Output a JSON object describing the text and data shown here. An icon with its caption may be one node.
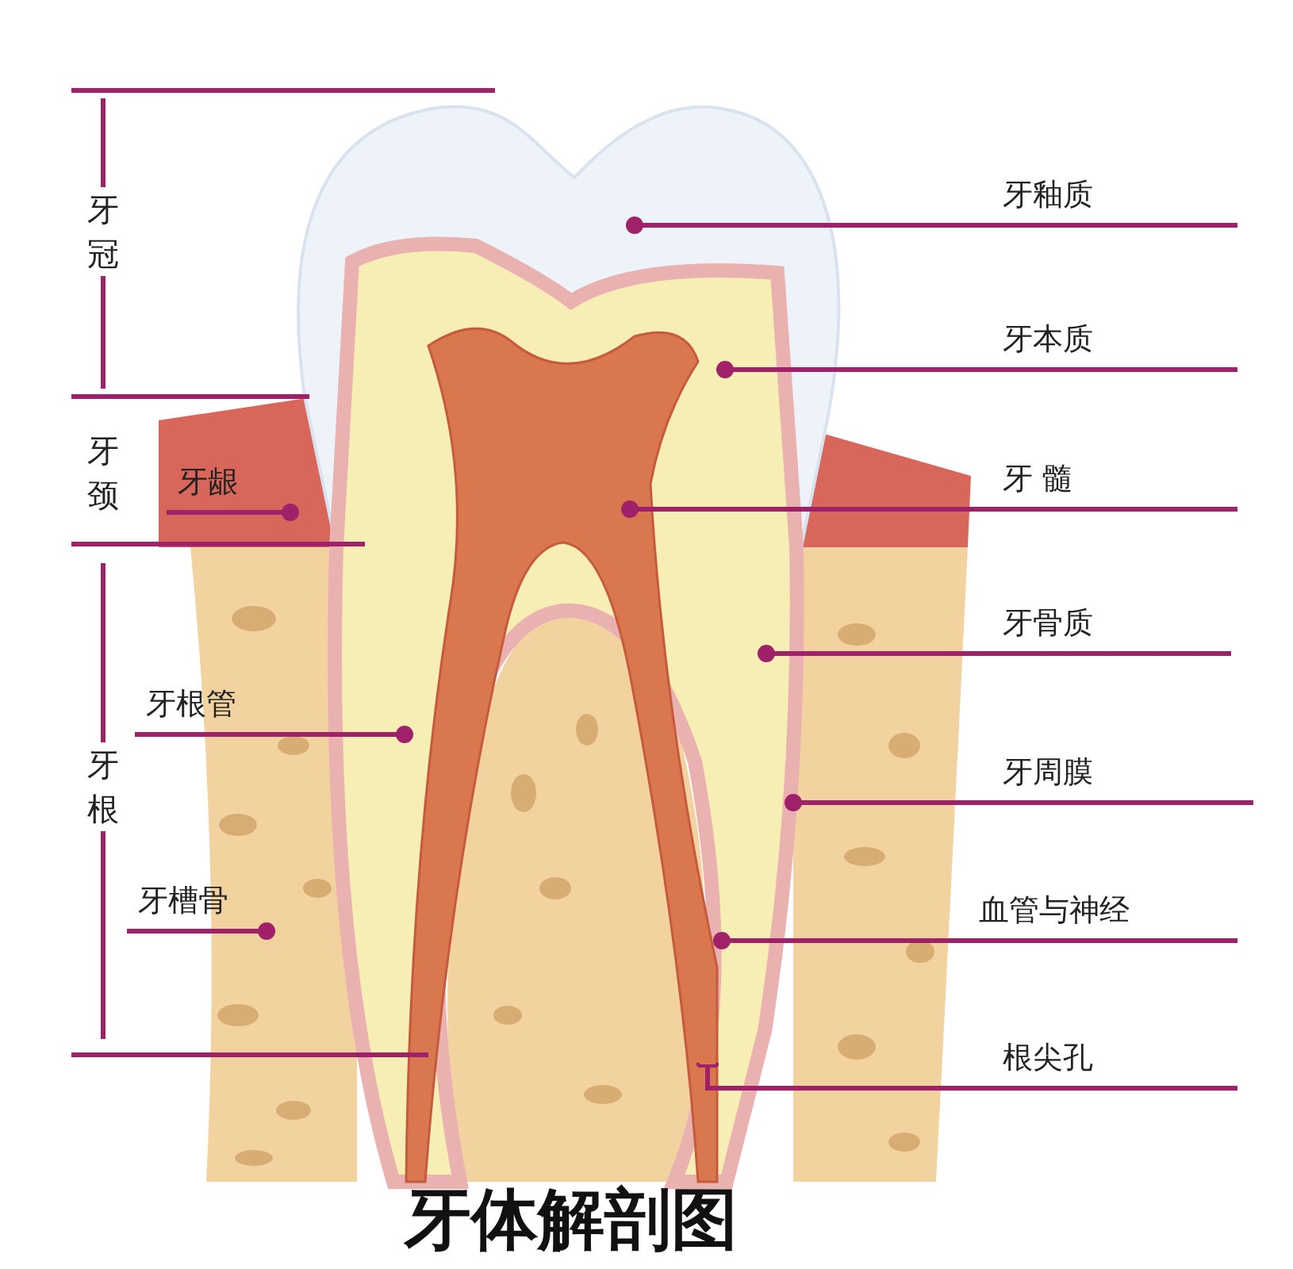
{
  "diagram": {
    "title": "牙体解剖图",
    "nodes": [
      {
        "text": [
          "牙釉质"
        ]
      },
      {
        "text": [
          "牙本质"
        ]
      },
      {
        "text": [
          "牙 髓"
        ]
      },
      {
        "text": [
          "牙骨质"
        ]
      },
      {
        "text": [
          "牙周膜"
        ]
      },
      {
        "text": [
          "血管与神经"
        ]
      },
      {
        "text": [
          "根尖孔"
        ]
      },
      {
        "text": [
          "牙龈"
        ]
      },
      {
        "text": [
          "牙根管"
        ]
      },
      {
        "text": [
          "牙槽骨"
        ]
      }
    ],
    "edges": [
      {
        "from": 0,
        "to": null,
        "arrow": "other"
      },
      {
        "from": 1,
        "to": null,
        "arrow": "other"
      },
      {
        "from": 2,
        "to": null,
        "arrow": "other"
      },
      {
        "from": 3,
        "to": null,
        "arrow": "other"
      },
      {
        "from": 4,
        "to": null,
        "arrow": "other"
      },
      {
        "from": 5,
        "to": null,
        "arrow": "other"
      },
      {
        "from": 6,
        "to": null,
        "arrow": "other"
      },
      {
        "from": 7,
        "to": null,
        "arrow": "other"
      },
      {
        "from": 8,
        "to": null,
        "arrow": "other"
      },
      {
        "from": 9,
        "to": null,
        "arrow": "other"
      }
    ],
    "labels": [
      "牙冠",
      "牙颈",
      "牙根"
    ]
  }
}
